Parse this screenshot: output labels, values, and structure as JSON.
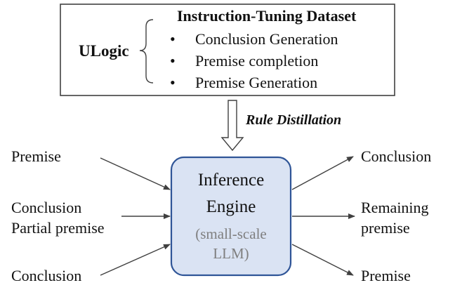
{
  "dataset_box": {
    "ulogic_label": "ULogic",
    "title": "Instruction-Tuning Dataset",
    "bullet": "•",
    "items": [
      "Conclusion Generation",
      "Premise completion",
      "Premise Generation"
    ]
  },
  "distillation_label": "Rule Distillation",
  "engine": {
    "line1": "Inference",
    "line2": "Engine",
    "sub1": "(small-scale",
    "sub2": "LLM)"
  },
  "inputs": {
    "top": "Premise",
    "middle_line1": "Conclusion",
    "middle_line2": "Partial premise",
    "bottom": "Conclusion"
  },
  "outputs": {
    "top": "Conclusion",
    "middle_line1": "Remaining",
    "middle_line2": "premise",
    "bottom": "Premise"
  },
  "colors": {
    "engine_fill": "#dae3f3",
    "engine_stroke": "#2f5597",
    "subtext": "#7f7f7f"
  }
}
